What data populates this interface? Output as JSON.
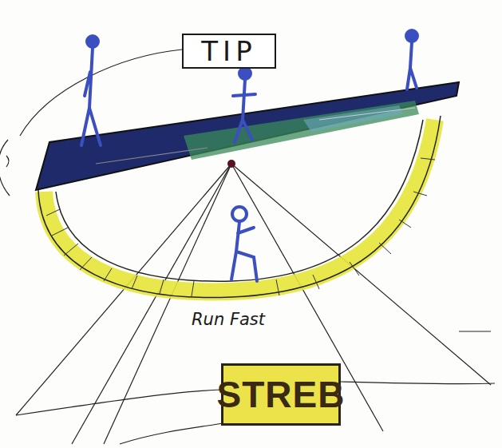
{
  "diagram": {
    "nodes": [
      {
        "text": [
          "TIP"
        ]
      },
      {
        "text": [
          "STREB"
        ]
      }
    ],
    "labels": [
      "Run Fast"
    ]
  }
}
